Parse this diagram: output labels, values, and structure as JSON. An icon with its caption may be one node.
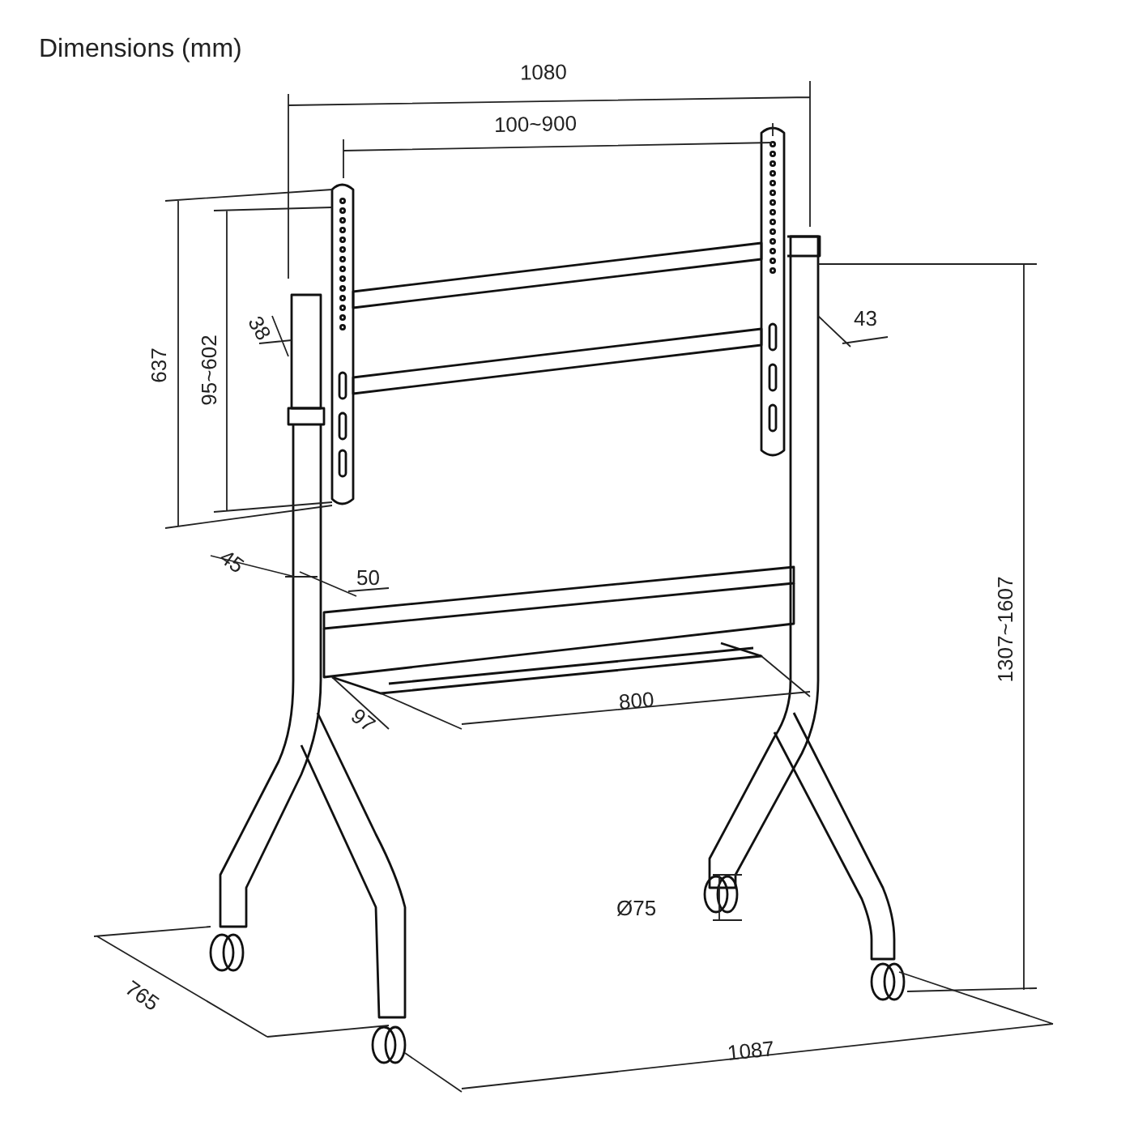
{
  "diagram": {
    "title": "Dimensions (mm)",
    "labels": [
      "1080",
      "100~900",
      "637",
      "95~602",
      "38",
      "43",
      "45",
      "50",
      "800",
      "97",
      "1307~1607",
      "Ø75",
      "765",
      "1087"
    ]
  }
}
